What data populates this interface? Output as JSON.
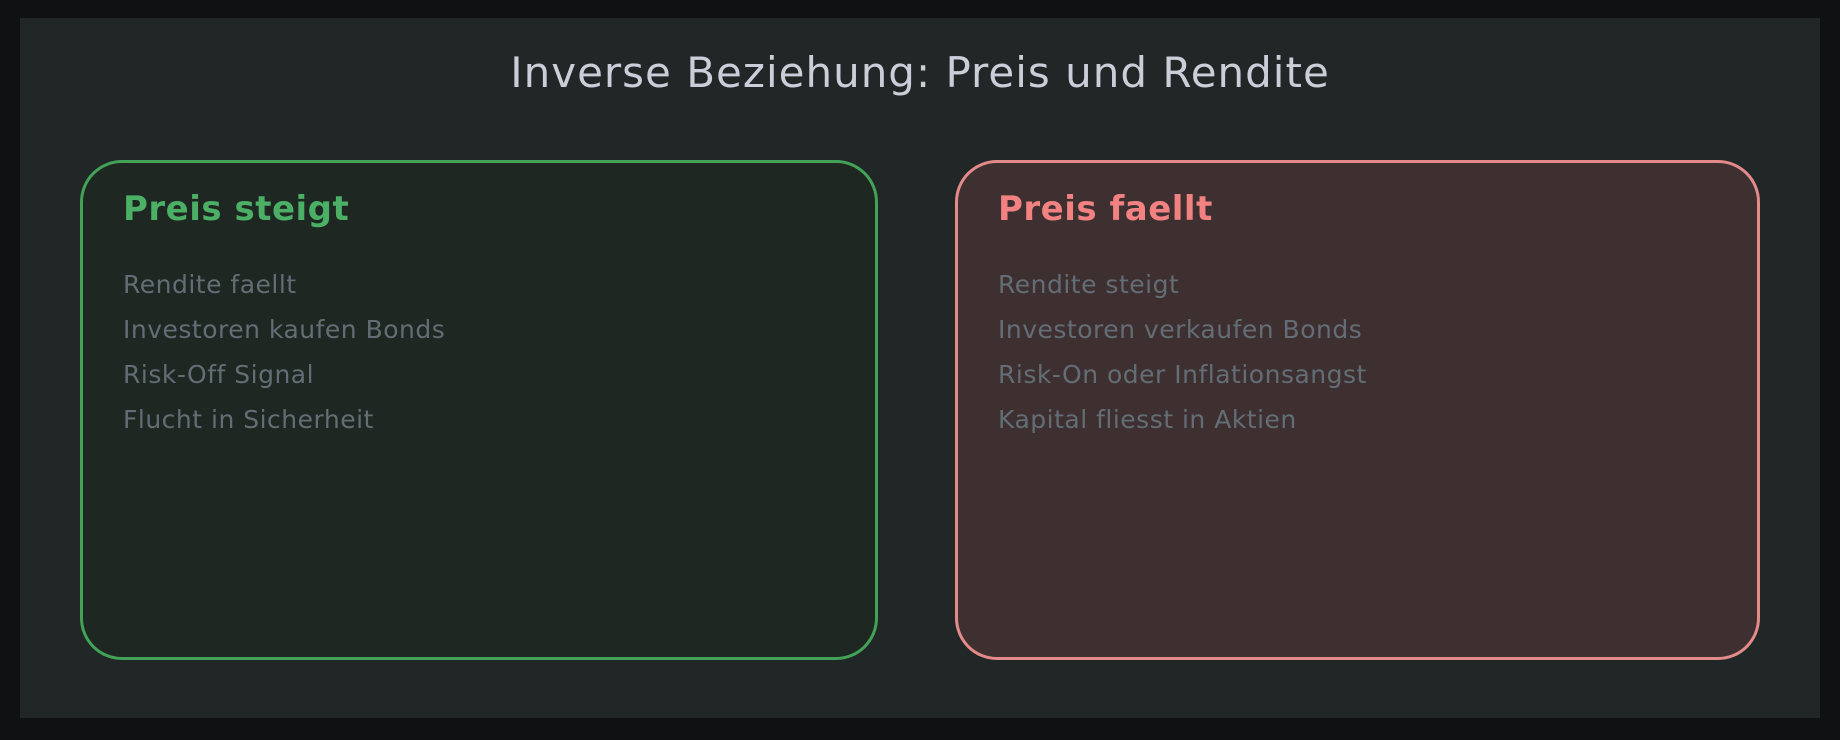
{
  "title": "Inverse Beziehung: Preis und Rendite",
  "colors": {
    "page_background": "#101112",
    "canvas_background": "#212626",
    "title_text": "#c9ced8",
    "item_text": "#636d75"
  },
  "cards": [
    {
      "title": "Preis steigt",
      "title_color": "#4caf66",
      "border_color": "#42a258",
      "fill_color": "#1e2721",
      "items": [
        "Rendite faellt",
        "Investoren kaufen Bonds",
        "Risk-Off Signal",
        "Flucht in Sicherheit"
      ]
    },
    {
      "title": "Preis faellt",
      "title_color": "#f28282",
      "border_color": "#e38a8a",
      "fill_color": "#3e3031",
      "items": [
        "Rendite steigt",
        "Investoren verkaufen Bonds",
        "Risk-On oder Inflationsangst",
        "Kapital fliesst in Aktien"
      ]
    }
  ]
}
